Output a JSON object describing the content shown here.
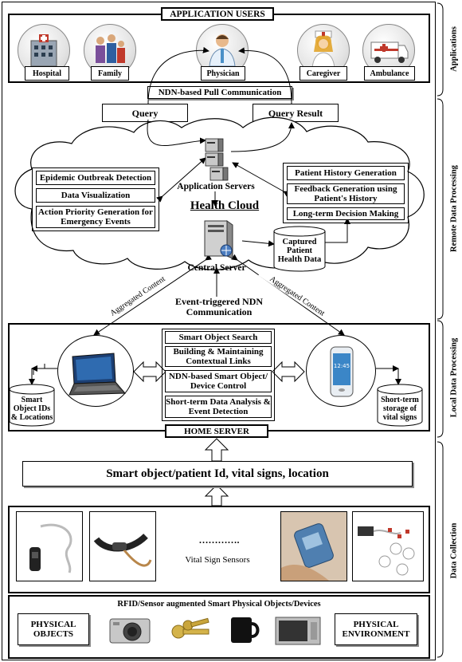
{
  "layers": {
    "applications": "Applications",
    "remote": "Remote Data Processing",
    "local": "Local Data Processing",
    "collection": "Data Collection"
  },
  "app_users": {
    "title": "APPLICATION USERS",
    "users": [
      "Hospital",
      "Family",
      "Physician",
      "Caregiver",
      "Ambulance"
    ]
  },
  "pull_comm": "NDN-based Pull Communication",
  "query": "Query",
  "query_result": "Query Result",
  "cloud": {
    "left_boxes": [
      "Epidemic Outbreak Detection",
      "Data Visualization",
      "Action Priority Generation for Emergency Events"
    ],
    "right_boxes": [
      "Patient History Generation",
      "Feedback Generation using Patient's History",
      "Long-term Decision Making"
    ],
    "app_servers": "Application Servers",
    "health_cloud": "Health Cloud",
    "central_server": "Central Server",
    "captured": "Captured Patient Health Data"
  },
  "aggregated_left": "Aggregated Content",
  "aggregated_right": "Aggregated Content",
  "event_comm": "Event-triggered NDN Communication",
  "local": {
    "boxes": [
      "Smart Object Search",
      "Building & Maintaining Contextual Links",
      "NDN-based Smart Object/ Device Control",
      "Short-term Data Analysis & Event Detection"
    ],
    "left_db": "Smart Object IDs & Locations",
    "right_db": "Short-term storage of vital signs",
    "home_server": "HOME SERVER"
  },
  "stream": "Smart object/patient Id, vital signs, location",
  "sensors": {
    "dots": "………….",
    "label": "Vital Sign Sensors"
  },
  "physical": {
    "title": "RFID/Sensor augmented Smart Physical Objects/Devices",
    "left": "PHYSICAL OBJECTS",
    "right": "PHYSICAL ENVIRONMENT"
  }
}
